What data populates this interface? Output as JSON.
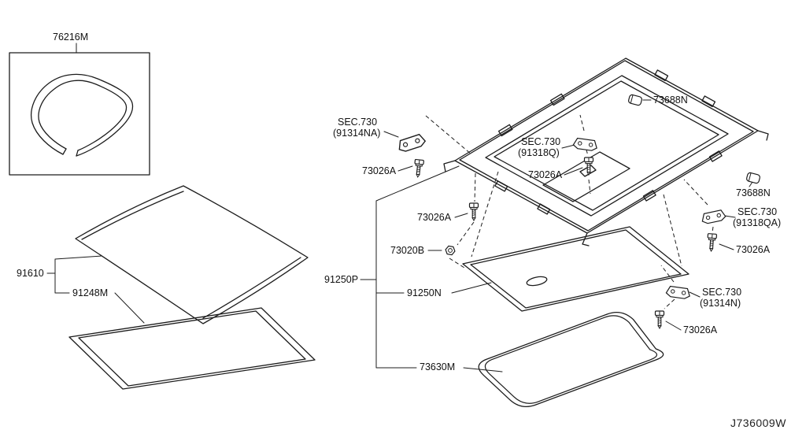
{
  "diagram": {
    "code": "J736009W",
    "labels": {
      "glass_seal_strip": "76216M",
      "glass_panel": "91610",
      "glass_weatherstrip": "91248M",
      "sunroof_assembly": "91250P",
      "sunshade": "91250N",
      "roof_seal": "73630M",
      "clip": "73688N",
      "bolt": "73026A",
      "nut": "73020B",
      "sec_ref": "SEC.730",
      "sec_ref_91314NA": "(91314NA)",
      "sec_ref_91318Q": "(91318Q)",
      "sec_ref_91318QA": "(91318QA)",
      "sec_ref_91314N": "(91314N)"
    }
  }
}
